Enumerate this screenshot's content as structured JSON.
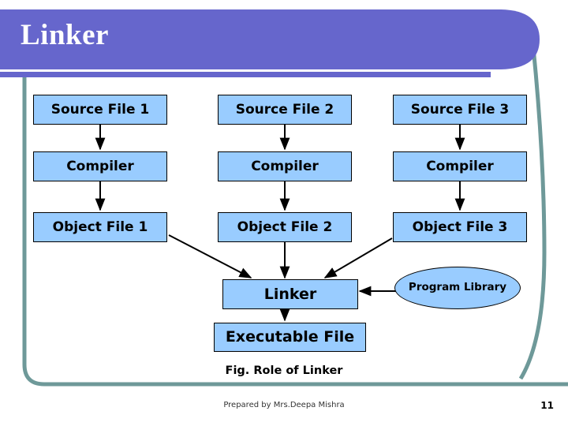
{
  "slide": {
    "title": "Linker",
    "caption": "Fig. Role of Linker",
    "footer_credit": "Prepared by Mrs.Deepa Mishra",
    "page_number": "11"
  },
  "colors": {
    "header_purple": "#6666cc",
    "frame_teal": "#6e9999",
    "node_fill": "#99ccff",
    "node_border": "#000000",
    "title_text": "#ffffff",
    "background": "#ffffff",
    "arrow": "#000000"
  },
  "diagram": {
    "type": "flowchart",
    "columns": [
      {
        "source_file": "Source File 1",
        "compiler": "Compiler",
        "object_file": "Object File 1"
      },
      {
        "source_file": "Source File 2",
        "compiler": "Compiler",
        "object_file": "Object File 2"
      },
      {
        "source_file": "Source File 3",
        "compiler": "Compiler",
        "object_file": "Object File 3"
      }
    ],
    "linker": "Linker",
    "program_library": "Program Library",
    "executable_file": "Executable File"
  }
}
